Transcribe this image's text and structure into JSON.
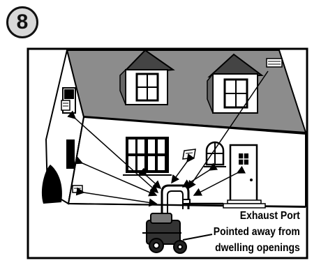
{
  "step": {
    "number": "8"
  },
  "caption": {
    "line1": "Exhaust Port",
    "line2": "Pointed away from",
    "line3": "dwelling openings"
  },
  "colors": {
    "roof": "#8c8c8c",
    "badge": "#d8d8d8",
    "ink": "#000000"
  },
  "icons": [
    "house",
    "window",
    "dormer",
    "door",
    "vent",
    "pressure-washer",
    "arrow"
  ]
}
